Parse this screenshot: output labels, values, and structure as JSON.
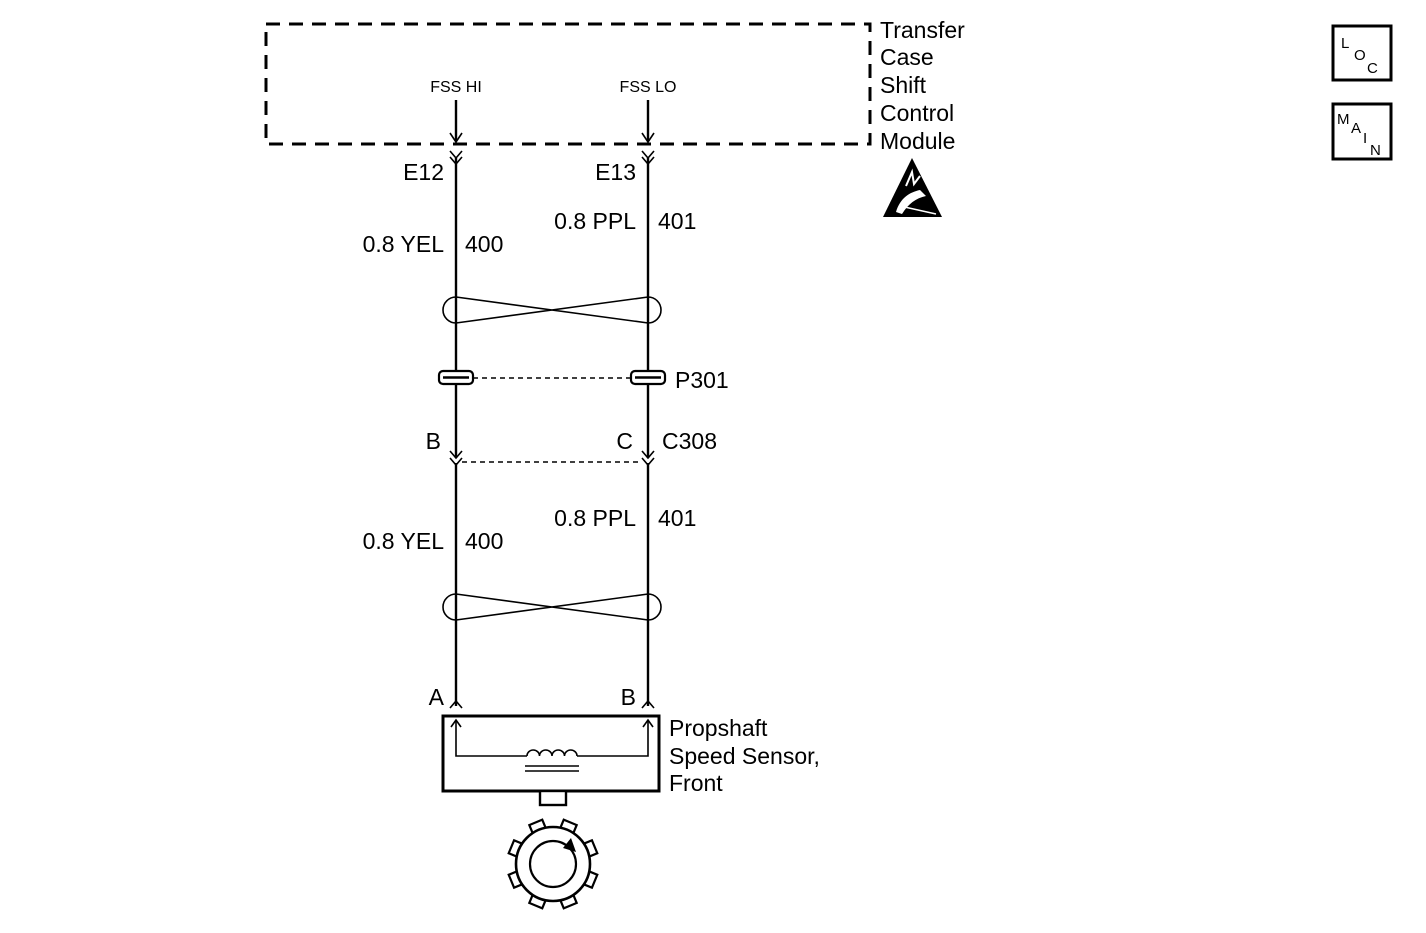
{
  "module": {
    "name_lines": [
      "Transfer",
      "Case",
      "Shift",
      "Control",
      "Module"
    ],
    "pins": [
      {
        "signal": "FSS HI",
        "terminal": "E12"
      },
      {
        "signal": "FSS LO",
        "terminal": "E13"
      }
    ],
    "esd_icon": "esd-sensitive-warning-icon"
  },
  "upper_wires": [
    {
      "gauge_color": "0.8 YEL",
      "circuit": "400"
    },
    {
      "gauge_color": "0.8 PPL",
      "circuit": "401"
    }
  ],
  "pass_through": {
    "label": "P301"
  },
  "connector": {
    "label": "C308",
    "pins": [
      "B",
      "C"
    ]
  },
  "lower_wires": [
    {
      "gauge_color": "0.8 YEL",
      "circuit": "400"
    },
    {
      "gauge_color": "0.8 PPL",
      "circuit": "401"
    }
  ],
  "sensor": {
    "name_lines": [
      "Propshaft",
      "Speed Sensor,",
      "Front"
    ],
    "pins": [
      "A",
      "B"
    ],
    "rotor_icon": "toothed-reluctor-wheel-icon"
  },
  "nav_buttons": [
    {
      "letters": [
        "L",
        "O",
        "C"
      ],
      "icon": "loc-button-icon"
    },
    {
      "letters": [
        "M",
        "A",
        "I",
        "N"
      ],
      "icon": "main-button-icon"
    }
  ]
}
